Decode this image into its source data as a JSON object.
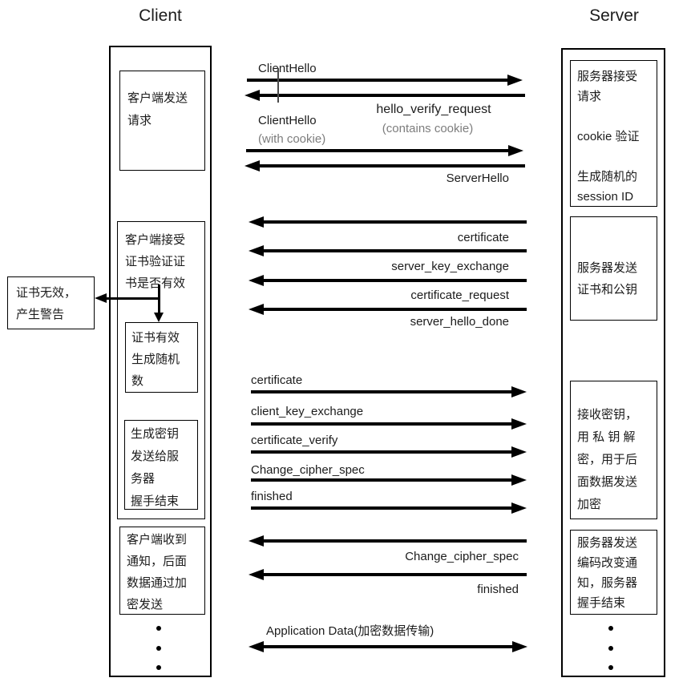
{
  "titles": {
    "client": "Client",
    "server": "Server"
  },
  "colors": {
    "ink": "#000000",
    "muted_text": "#7d7d7d"
  },
  "client_column": {
    "box_request": {
      "lines": [
        "客户端发送",
        "请求"
      ]
    },
    "box_verify": {
      "lines": [
        "客户端接受",
        "证书验证证",
        "书是否有效"
      ]
    },
    "box_valid": {
      "lines": [
        "证书有效",
        "生成随机",
        "数"
      ]
    },
    "box_genkey": {
      "lines": [
        "生成密钥",
        "发送给服",
        "务器",
        "握手结束"
      ]
    },
    "box_notified": {
      "lines": [
        "客户端收到",
        "通知，后面",
        "数据通过加",
        "密发送"
      ]
    }
  },
  "warning_box": {
    "lines": [
      "证书无效，",
      "产生警告"
    ]
  },
  "server_column": {
    "box_accept": {
      "lines": [
        "服务器接受",
        "请求",
        "",
        "cookie 验证",
        "",
        "生成随机的",
        "session ID"
      ]
    },
    "box_sendcert": {
      "lines": [
        "服务器发送",
        "证书和公钥"
      ]
    },
    "box_recvkey": {
      "lines": [
        "接收密钥，",
        "用 私 钥 解",
        "密，用于后",
        "面数据发送",
        "加密"
      ]
    },
    "box_change": {
      "lines": [
        "服务器发送",
        "编码改变通",
        "知，服务器",
        "握手结束"
      ]
    }
  },
  "messages": {
    "client_hello_1": "ClientHello",
    "hello_verify_request": "hello_verify_request",
    "contains_cookie": "(contains cookie)",
    "client_hello_2": "ClientHello",
    "with_cookie": "(with cookie)",
    "server_hello": "ServerHello",
    "server_flight": [
      "certificate",
      "server_key_exchange",
      "certificate_request",
      "server_hello_done"
    ],
    "client_flight": [
      "certificate",
      "client_key_exchange",
      "certificate_verify",
      "Change_cipher_spec",
      "finished"
    ],
    "server_finish": [
      "Change_cipher_spec",
      "finished"
    ],
    "app_data": "Application Data(加密数据传输)"
  },
  "misc": {
    "dot": ""
  }
}
